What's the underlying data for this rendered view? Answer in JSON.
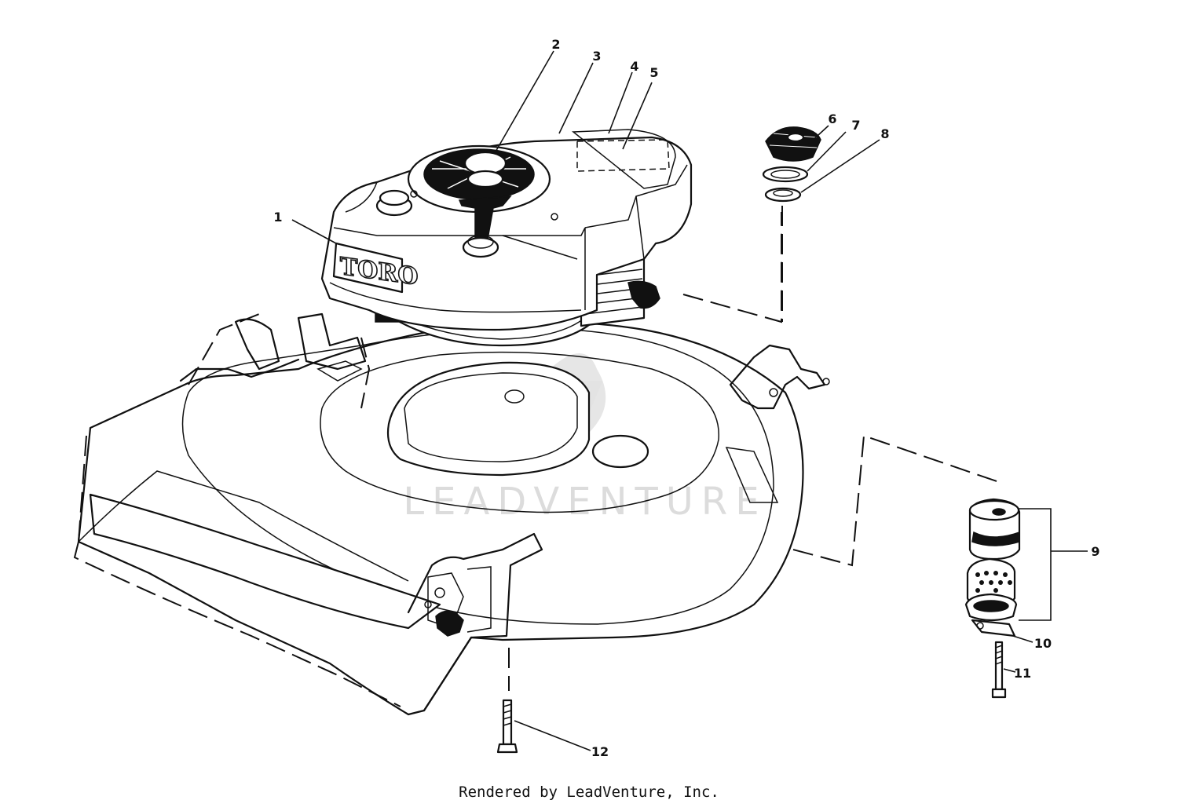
{
  "diagram": {
    "engine_logo": "TORO",
    "watermark": "LEADVENTURE",
    "callouts": [
      {
        "id": "c1",
        "label": "1"
      },
      {
        "id": "c2",
        "label": "2"
      },
      {
        "id": "c3",
        "label": "3"
      },
      {
        "id": "c4",
        "label": "4"
      },
      {
        "id": "c5",
        "label": "5"
      },
      {
        "id": "c6",
        "label": "6"
      },
      {
        "id": "c7",
        "label": "7"
      },
      {
        "id": "c8",
        "label": "8"
      },
      {
        "id": "c9",
        "label": "9"
      },
      {
        "id": "c10",
        "label": "10"
      },
      {
        "id": "c11",
        "label": "11"
      },
      {
        "id": "c12",
        "label": "12"
      }
    ]
  },
  "footer": {
    "credit": "Rendered by LeadVenture, Inc."
  }
}
